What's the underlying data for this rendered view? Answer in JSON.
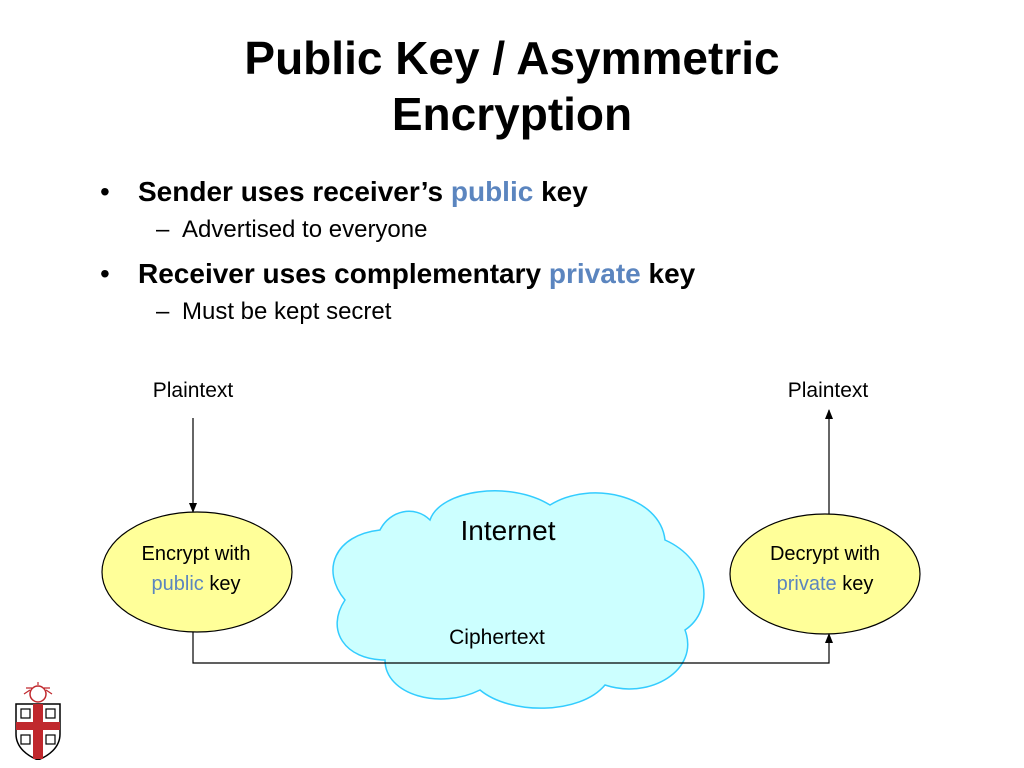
{
  "title": {
    "line1": "Public Key / Asymmetric",
    "line2": "Encryption"
  },
  "bullets": [
    {
      "marker": "•",
      "before": "Sender uses receiver’s ",
      "highlight": "public",
      "after": " key",
      "sub": {
        "marker": "–",
        "text": "Advertised to everyone"
      }
    },
    {
      "marker": "•",
      "before": "Receiver uses complementary ",
      "highlight": "private",
      "after": " key",
      "sub": {
        "marker": "–",
        "text": "Must be kept secret"
      }
    }
  ],
  "diagram": {
    "left_plaintext": "Plaintext",
    "right_plaintext": "Plaintext",
    "encrypt": {
      "line1": "Encrypt with",
      "highlight": "public",
      "after": " key"
    },
    "decrypt": {
      "line1": "Decrypt with",
      "highlight": "private",
      "after": " key"
    },
    "cloud_label": "Internet",
    "channel_label": "Ciphertext"
  },
  "colors": {
    "accent": "#5b85bf",
    "ellipse_fill": "#ffff99",
    "cloud_fill": "#ccffff",
    "cloud_stroke": "#33ccff",
    "logo_red": "#c0282d"
  },
  "logo": {
    "icon": "university-shield-icon"
  }
}
